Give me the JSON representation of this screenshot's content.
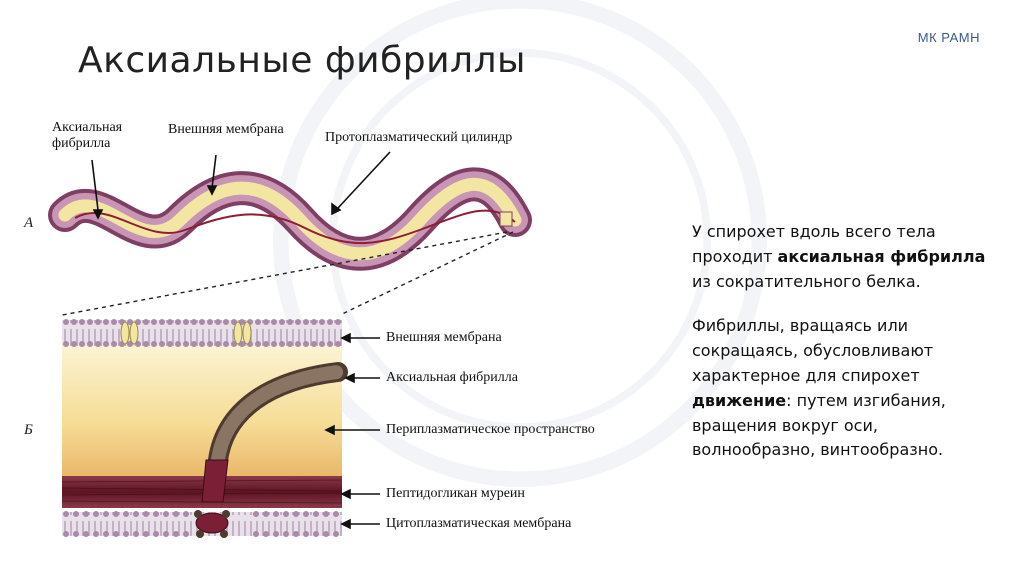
{
  "brand": "МК РАМН",
  "title": "Аксиальные фибриллы",
  "figure": {
    "panel_a": "А",
    "panel_b": "Б",
    "labels_a": {
      "axial_fibril": "Аксиальная фибрилла",
      "outer_membrane": "Внешняя мембрана",
      "protoplasmic_cylinder": "Протоплазматический цилиндр"
    },
    "labels_b": {
      "outer_membrane": "Внешняя мембрана",
      "axial_fibril": "Аксиальная фибрилла",
      "periplasmic_space": "Периплазматическое пространство",
      "peptidoglycan": "Пептидогликан муреин",
      "cytoplasmic_membrane": "Цитоплазматическая мембрана"
    }
  },
  "body": {
    "p1_a": "У спирохет вдоль всего тела проходит ",
    "p1_bold": "аксиальная фибрилла",
    "p1_b": " из сократительного белка.",
    "p2_a": "Фибриллы, вращаясь или сокращаясь, обусловливают характерное для спирохет ",
    "p2_bold": "движение",
    "p2_b": ": путем изгибания, вращения вокруг оси, волнообразно, винтообразно."
  },
  "colors": {
    "membrane_outer": "#8a4a6e",
    "membrane_inner": "#c98fb0",
    "cylinder": "#f3e7a6",
    "fibril": "#7a1c2e",
    "periplasm_top": "#fbf1c8",
    "periplasm_mid": "#f4d58a",
    "murein": "#6a1a2a",
    "bead": "#5a3a2a"
  }
}
